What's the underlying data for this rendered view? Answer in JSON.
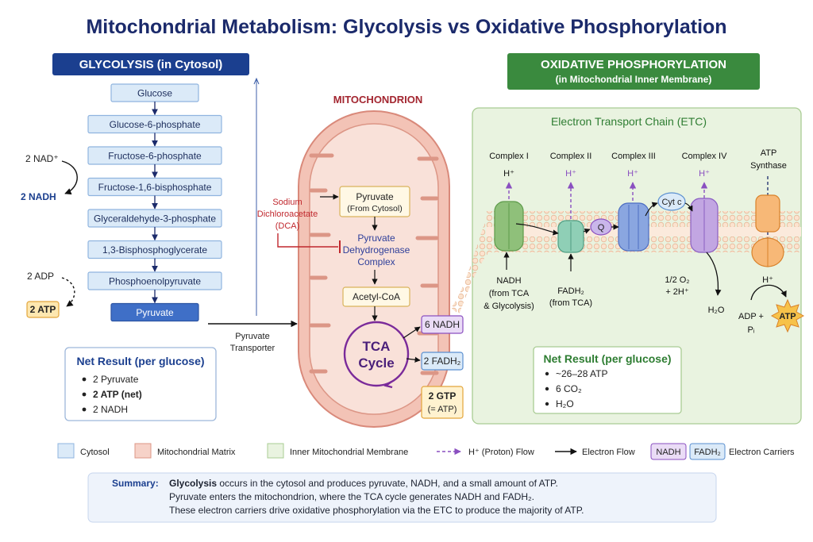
{
  "title": "Mitochondrial Metabolism: Glycolysis vs Oxidative Phosphorylation",
  "glycolysis": {
    "header": "GLYCOLYSIS (in Cytosol)",
    "steps": [
      "Glucose",
      "Glucose-6-phosphate",
      "Fructose-6-phosphate",
      "Fructose-1,6-bisphosphate",
      "Glyceraldehyde-3-phosphate",
      "1,3-Bisphosphoglycerate",
      "Phosphoenolpyruvate",
      "Pyruvate"
    ],
    "nad_in": "2 NAD⁺",
    "nadh_out": "2 NADH",
    "adp_in": "2 ADP",
    "atp_out": "2 ATP",
    "net_title": "Net Result (per glucose)",
    "net_items": [
      "2 Pyruvate",
      "2 ATP (net)",
      "2 NADH"
    ]
  },
  "transporter": {
    "line1": "Pyruvate",
    "line2": "Transporter"
  },
  "mitochondrion": {
    "label": "MITOCHONDRION",
    "dca_line1": "Sodium",
    "dca_line2": "Dichloroacetate",
    "dca_line3": "(DCA)",
    "pyruvate_line1": "Pyruvate",
    "pyruvate_line2": "(From Cytosol)",
    "pdc_line1": "Pyruvate",
    "pdc_line2": "Dehydrogenase",
    "pdc_line3": "Complex",
    "acetyl": "Acetyl-CoA",
    "tca_line1": "TCA",
    "tca_line2": "Cycle",
    "nadh": "6 NADH",
    "fadh": "2 FADH₂",
    "gtp_line1": "2 GTP",
    "gtp_line2": "(= ATP)"
  },
  "oxphos": {
    "header_line1": "OXIDATIVE PHOSPHORYLATION",
    "header_line2": "(in Mitochondrial Inner Membrane)",
    "etc_title": "Electron Transport Chain (ETC)",
    "complex1": "Complex I",
    "complex2": "Complex II",
    "complex3": "Complex III",
    "complex4": "Complex IV",
    "atp_synthase_line1": "ATP",
    "atp_synthase_line2": "Synthase",
    "hplus": "H⁺",
    "q": "Q",
    "cytc": "Cyt c",
    "nadh_line1": "NADH",
    "nadh_line2": "(from TCA",
    "nadh_line3": "& Glycolysis)",
    "fadh_line1": "FADH₂",
    "fadh_line2": "(from TCA)",
    "o2_line1": "1/2 O₂",
    "o2_line2": "+ 2H⁺",
    "h2o": "H₂O",
    "adp_line1": "ADP +",
    "adp_line2": "Pᵢ",
    "atp": "ATP",
    "net_title": "Net Result (per glucose)",
    "net_items": [
      "~26–28 ATP",
      "6 CO₂",
      "H₂O"
    ]
  },
  "legend": {
    "cytosol": "Cytosol",
    "matrix": "Mitochondrial Matrix",
    "membrane": "Inner Mitochondrial Membrane",
    "proton": "H⁺ (Proton) Flow",
    "electron": "Electron Flow",
    "nadh": "NADH",
    "fadh": "FADH₂",
    "carriers": "Electron Carriers"
  },
  "summary": {
    "label": "Summary:",
    "line1_bold": "Glycolysis",
    "line1_rest": " occurs in the cytosol and produces pyruvate, NADH, and a small amount of ATP.",
    "line2": "Pyruvate enters the mitochondrion, where the TCA cycle generates NADH and FADH₂.",
    "line3": "These electron carriers drive oxidative phosphorylation via the ETC to produce the majority of ATP."
  },
  "colors": {
    "navy": "#1b2a6b",
    "cytosol": "#dbeaf8",
    "matrix": "#f6d2c8",
    "membrane": "#e9f3e0",
    "proton": "#8a4fc0",
    "atp": "#f7b733"
  }
}
